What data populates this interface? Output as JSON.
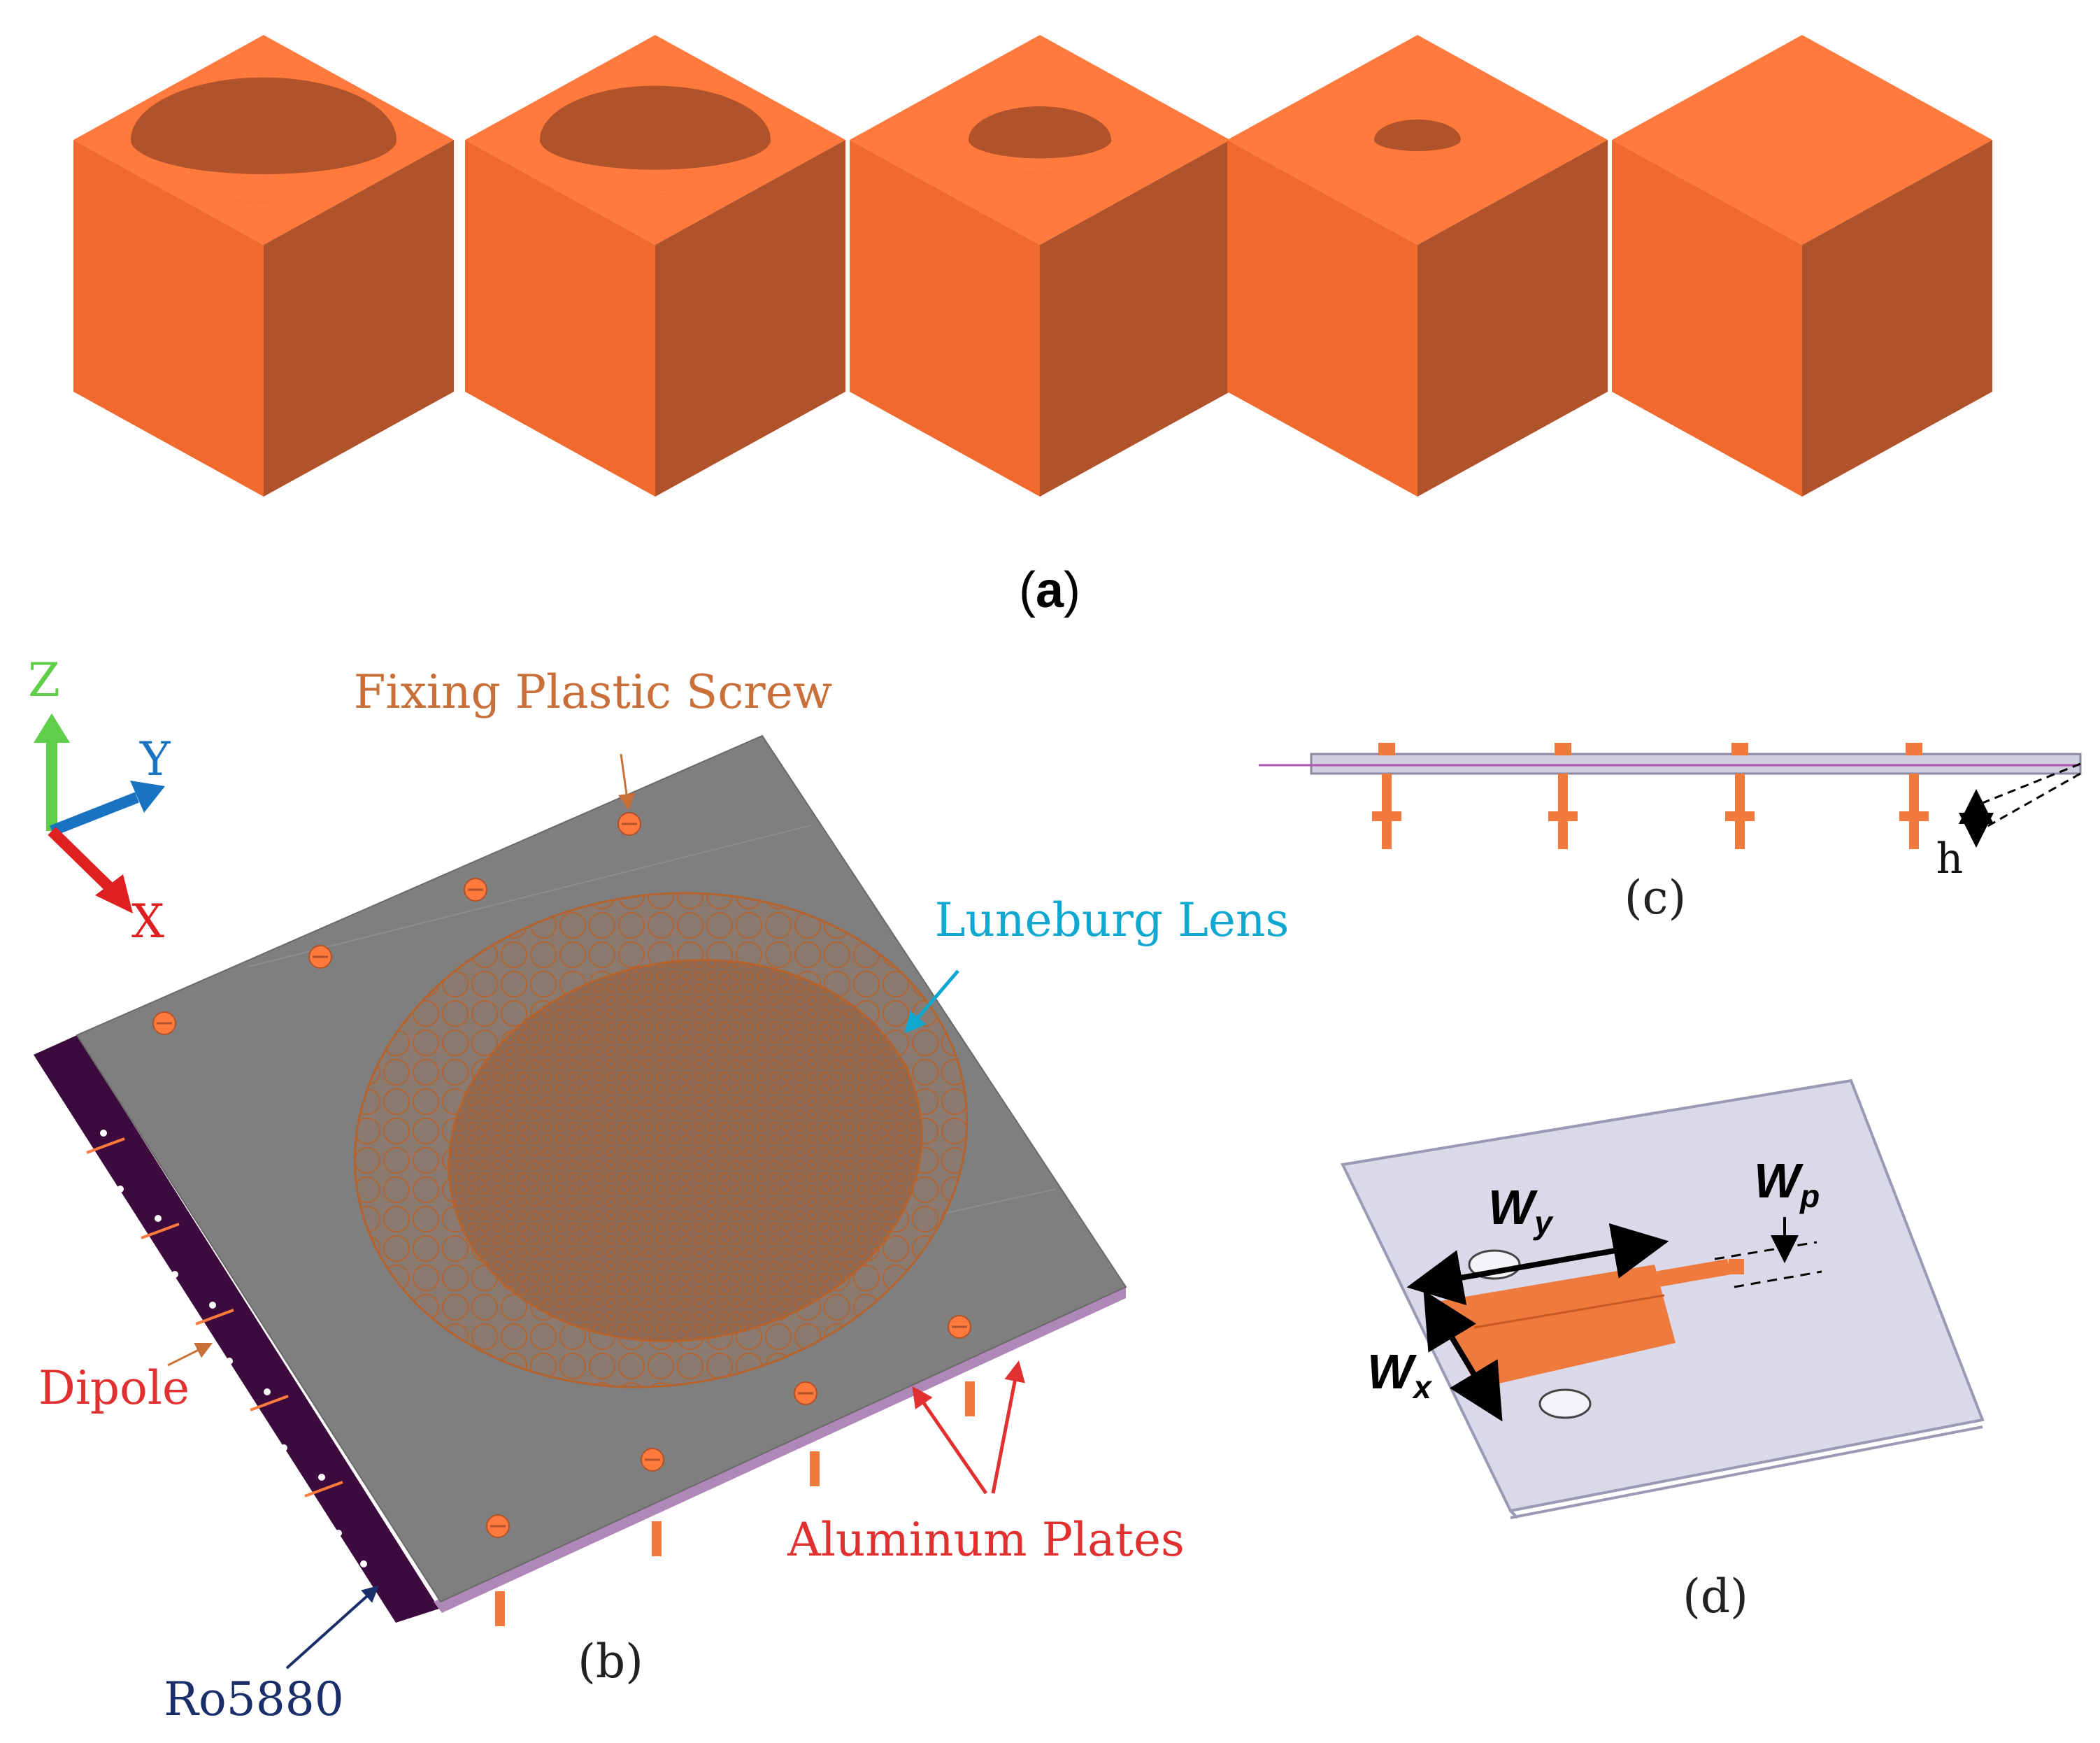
{
  "colors": {
    "copper_top": "#ff7a3c",
    "copper_left": "#f06a2e",
    "copper_right": "#b0522a",
    "plate_gray": "#7f7f7f",
    "substrate_purple": "#3c0a3c",
    "lens_line": "#b5622d",
    "label_orange": "#c9703a",
    "label_cyan": "#10a8d0",
    "label_red": "#e03030",
    "label_navy": "#1a2f6a",
    "axis_green": "#5fcf4a",
    "axis_blue": "#1a73c0",
    "axis_red": "#e02020",
    "patch_orange": "#ef7a3d"
  },
  "panel_a": {
    "label_open": "(",
    "label_letter": "a",
    "label_close": ")",
    "unit_cells": [
      {
        "hole": "largest"
      },
      {
        "hole": "large"
      },
      {
        "hole": "medium"
      },
      {
        "hole": "small"
      },
      {
        "hole": "none"
      }
    ]
  },
  "panel_b": {
    "label": "(b)",
    "axes": {
      "z": "Z",
      "y": "Y",
      "x": "X"
    },
    "callouts": {
      "screw": "Fixing Plastic Screw",
      "lens": "Luneburg Lens",
      "dipole": "Dipole",
      "plates": "Aluminum Plates",
      "substrate": "Ro5880"
    }
  },
  "panel_c": {
    "label": "(c)",
    "dimension": "h"
  },
  "panel_d": {
    "label": "(d)",
    "dim_wy_base": "W",
    "dim_wy_sub": "y",
    "dim_wp_base": "W",
    "dim_wp_sub": "p",
    "dim_wx_base": "W",
    "dim_wx_sub": "x"
  }
}
